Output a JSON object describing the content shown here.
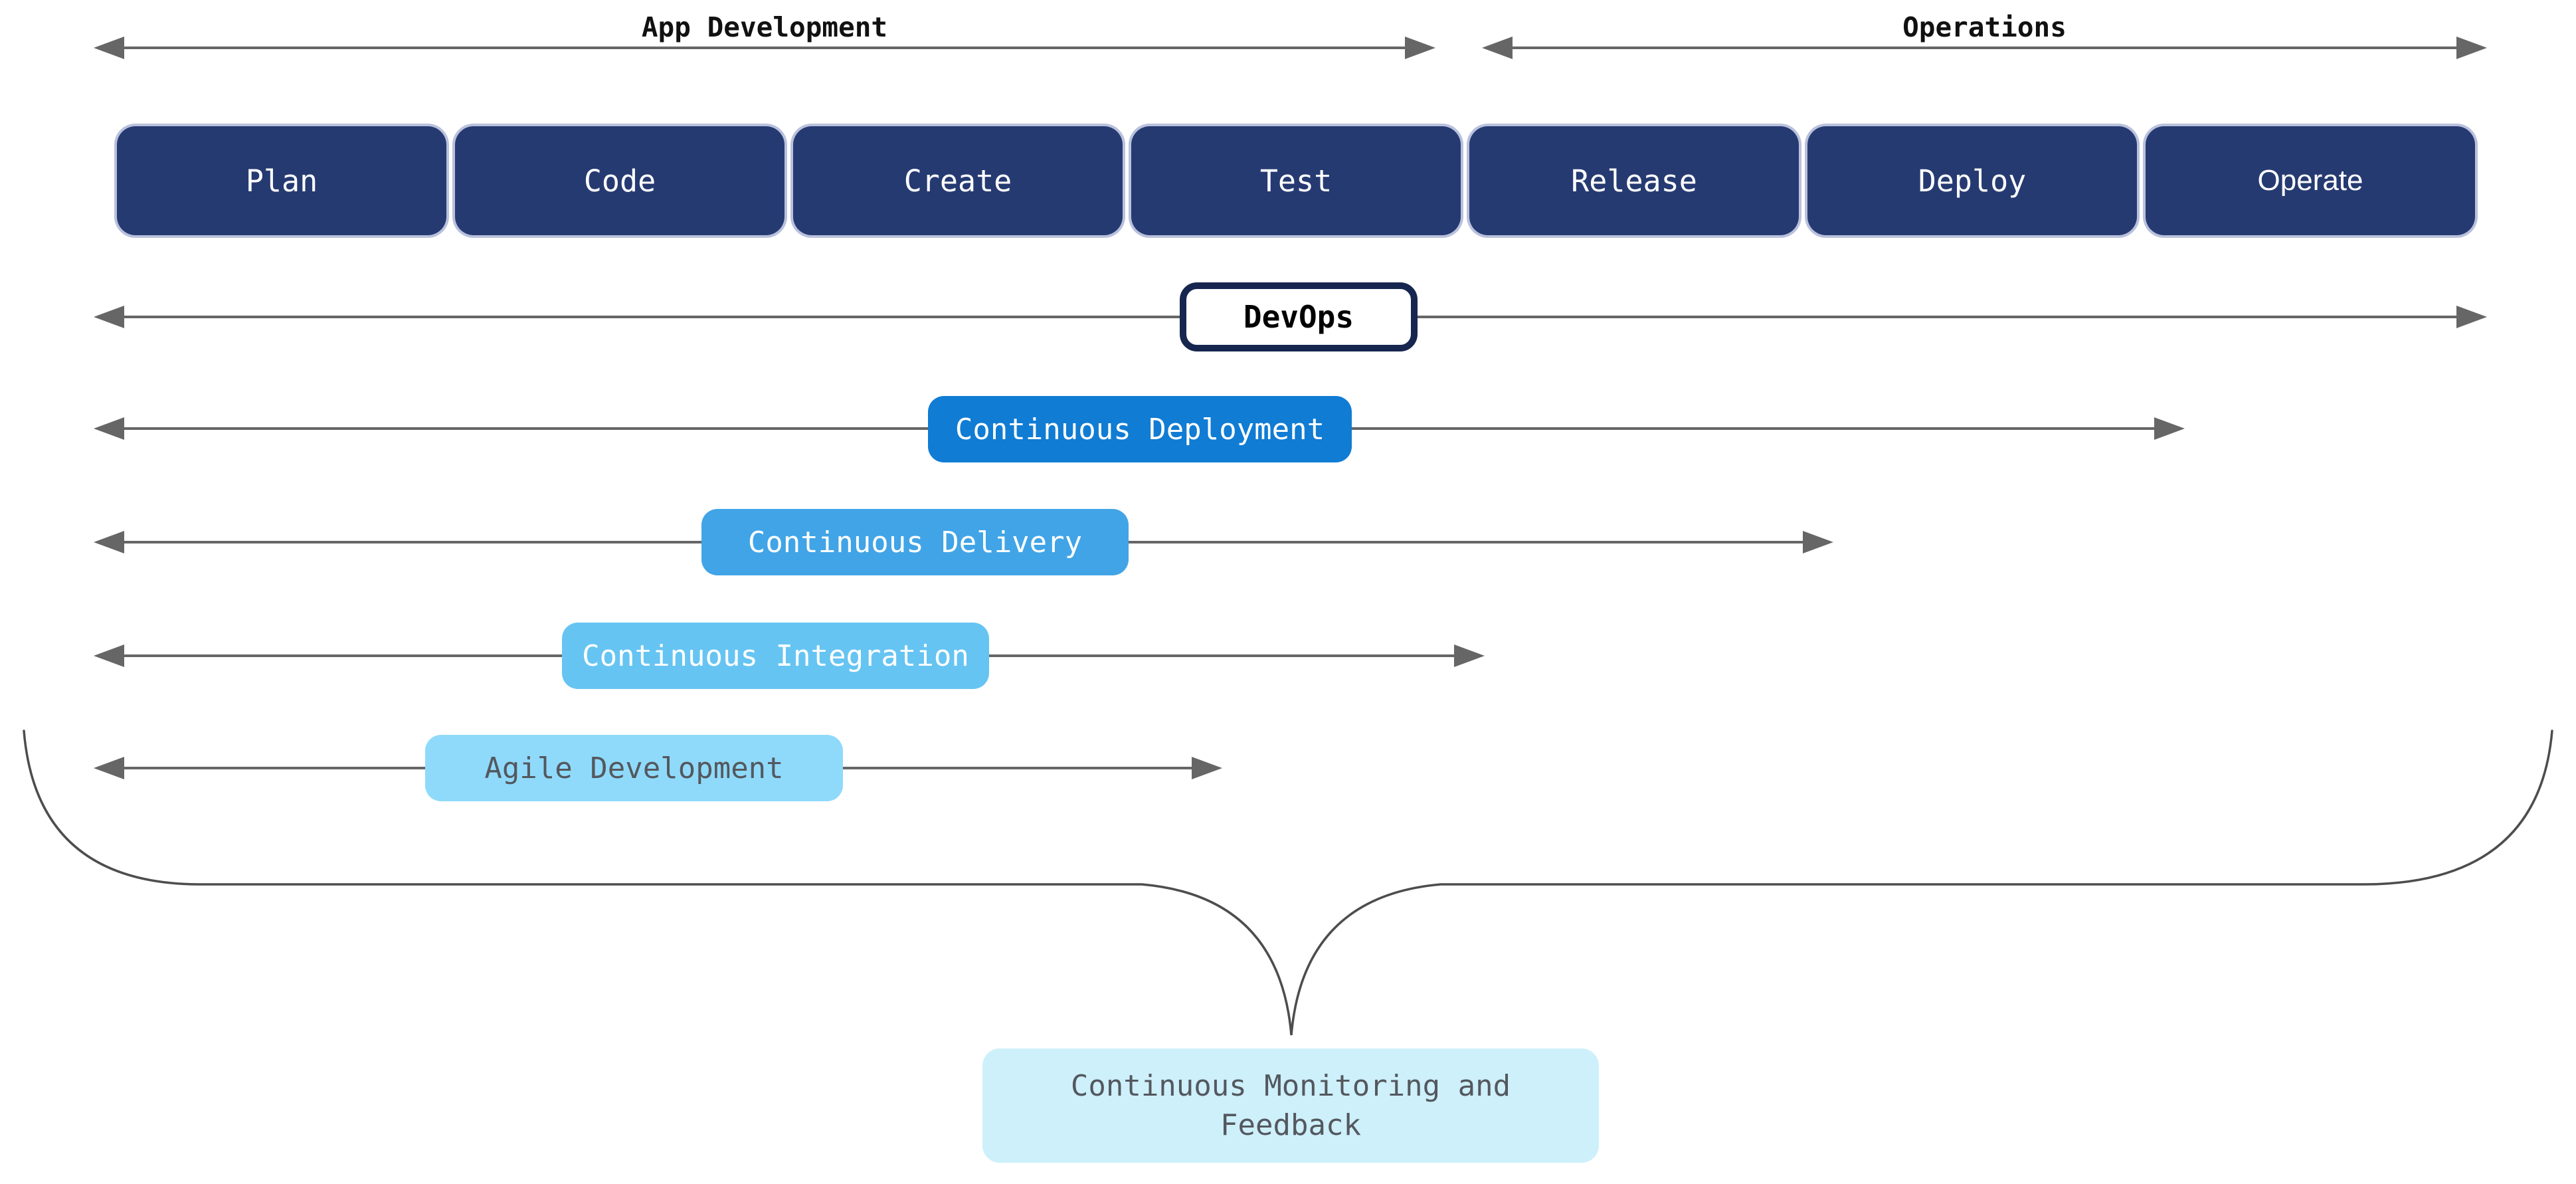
{
  "axes": {
    "app_development": "App Development",
    "operations": "Operations"
  },
  "stages": [
    "Plan",
    "Code",
    "Create",
    "Test",
    "Release",
    "Deploy",
    "Operate"
  ],
  "bands": {
    "devops": "DevOps",
    "continuous_deployment": "Continuous Deployment",
    "continuous_delivery": "Continuous Delivery",
    "continuous_integration": "Continuous Integration",
    "agile_development": "Agile Development"
  },
  "feedback": {
    "label": "Continuous Monitoring and Feedback"
  },
  "colors": {
    "stage_fill": "#263a72",
    "stage_halo": "#b9c1dc",
    "devops_border": "#16264f",
    "continuous_deployment": "#107cd4",
    "continuous_delivery": "#41a4e6",
    "continuous_integration": "#66c4f2",
    "agile_development": "#8fdafa",
    "feedback_fill": "#cdf0fb",
    "arrow": "#666666",
    "brace": "#4d4d4d",
    "muted_text": "#54585e"
  }
}
